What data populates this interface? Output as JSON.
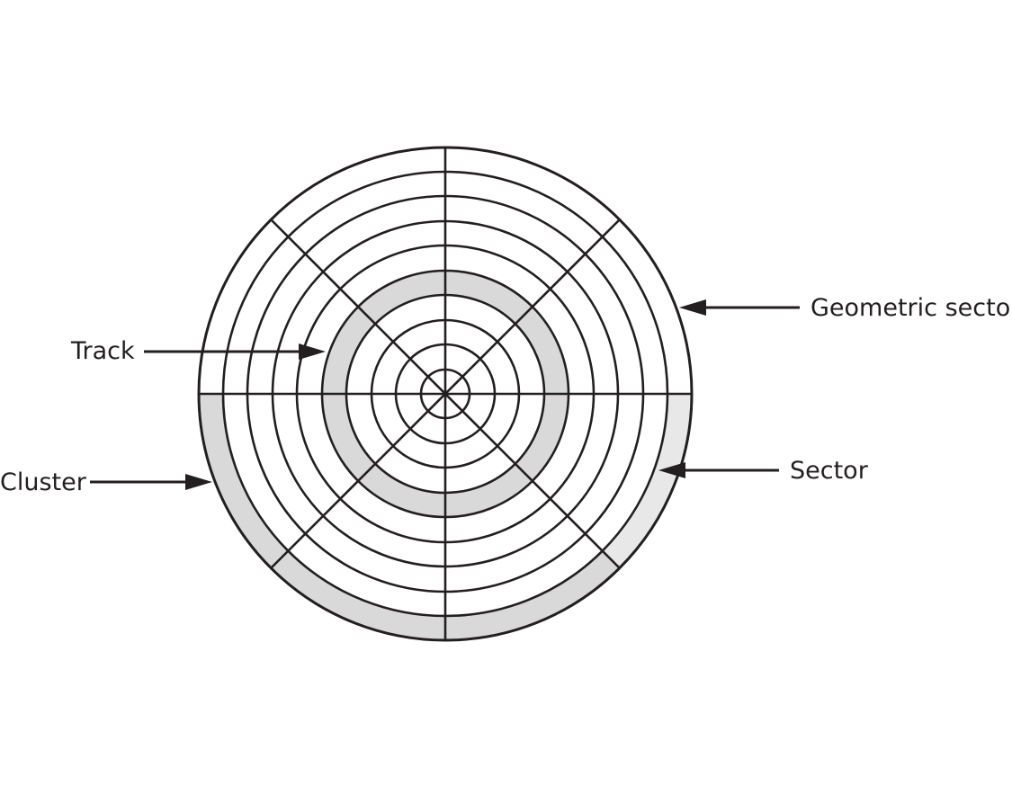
{
  "labels": {
    "track": "Track",
    "cluster": "Cluster",
    "geometric_sector": "Geometric sector",
    "sector": "Sector"
  },
  "colors": {
    "line": "#231f20",
    "track_fill": "#d9d9d9",
    "cluster_fill": "#d9d9d9",
    "sector_fill": "#e8e8e8",
    "background": "#ffffff"
  }
}
